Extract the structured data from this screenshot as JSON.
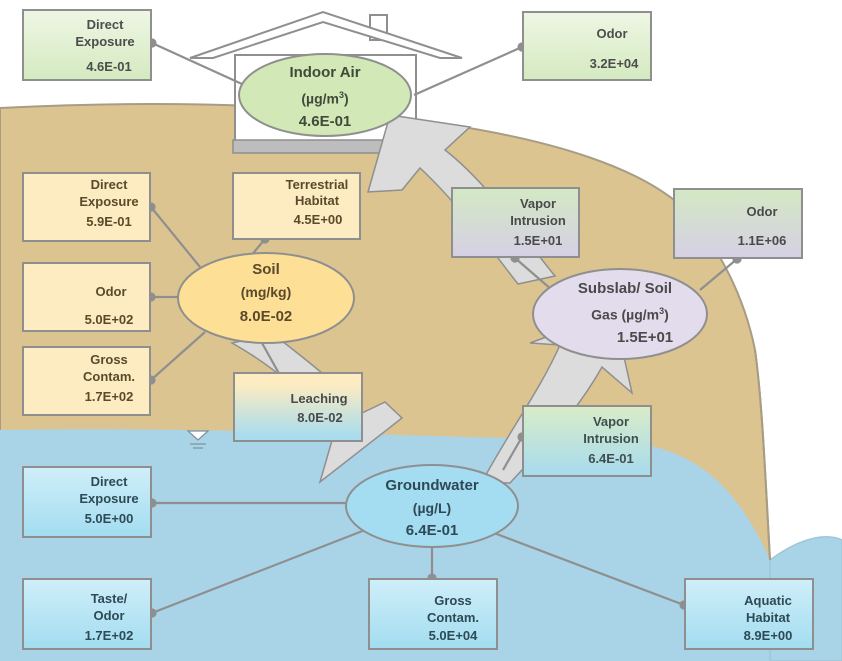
{
  "media": {
    "indoor_air": {
      "name": "Indoor Air",
      "unit_prefix": "(µg/m",
      "unit_sup": "3",
      "unit_suffix": ")",
      "value": "4.6E-01"
    },
    "soil": {
      "name": "Soil",
      "unit": "(mg/kg)",
      "value": "8.0E-02"
    },
    "subslab": {
      "name": "Subslab/ Soil",
      "unit_prefix": "Gas (µg/m",
      "unit_sup": "3",
      "unit_suffix": ")",
      "value": "1.5E+01"
    },
    "groundwater": {
      "name": "Groundwater",
      "unit": "(µg/L)",
      "value": "6.4E-01"
    }
  },
  "boxes": {
    "air_direct": {
      "line1": "Direct",
      "line2": "Exposure",
      "value": "4.6E-01"
    },
    "air_odor": {
      "line1": "Odor",
      "value": "3.2E+04"
    },
    "soil_direct": {
      "line1": "Direct",
      "line2": "Exposure",
      "value": "5.9E-01"
    },
    "soil_terrestrial": {
      "line1": "Terrestrial",
      "line2": "Habitat",
      "value": "4.5E+00"
    },
    "soil_odor": {
      "line1": "Odor",
      "value": "5.0E+02"
    },
    "soil_gross": {
      "line1": "Gross",
      "line2": "Contam.",
      "value": "1.7E+02"
    },
    "leaching": {
      "line1": "Leaching",
      "value": "8.0E-02"
    },
    "vapor_intrusion_air": {
      "line1": "Vapor",
      "line2": "Intrusion",
      "value": "1.5E+01"
    },
    "gas_odor": {
      "line1": "Odor",
      "value": "1.1E+06"
    },
    "vapor_intrusion_gw": {
      "line1": "Vapor",
      "line2": "Intrusion",
      "value": "6.4E-01"
    },
    "gw_direct": {
      "line1": "Direct",
      "line2": "Exposure",
      "value": "5.0E+00"
    },
    "gw_taste": {
      "line1": "Taste/",
      "line2": "Odor",
      "value": "1.7E+02"
    },
    "gw_gross": {
      "line1": "Gross",
      "line2": "Contam.",
      "value": "5.0E+04"
    },
    "gw_aquatic": {
      "line1": "Aquatic",
      "line2": "Habitat",
      "value": "8.9E+00"
    }
  },
  "colors": {
    "soil_ground": "#dcc491",
    "water": "#a9d3e7",
    "air_node": "#d2e8b6",
    "soil_node": "#fddf96",
    "gas_node": "#e3dcec",
    "groundwater_node": "#a4dcf2",
    "connector": "#8f8f8f",
    "arrow": "#dcdcdc"
  }
}
